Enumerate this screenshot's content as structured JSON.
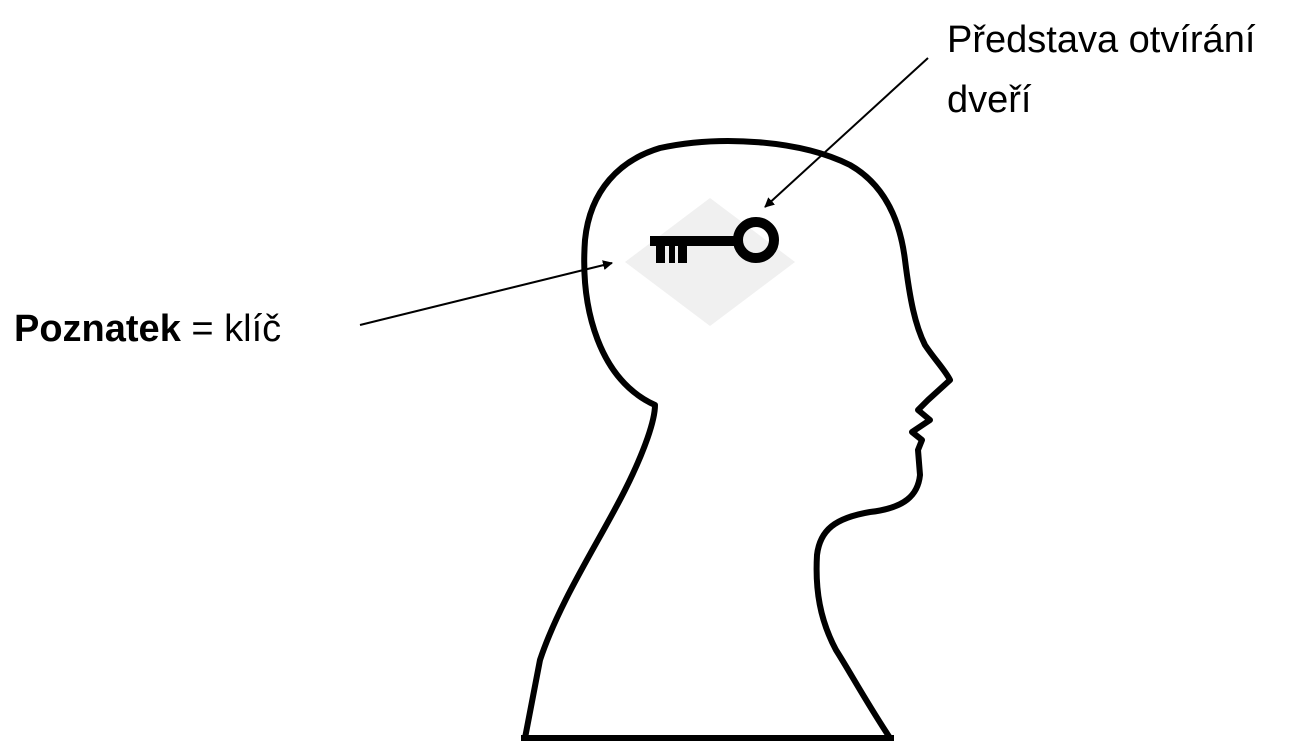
{
  "labels": {
    "concept_bold": "Poznatek",
    "concept_rest": " = klíč",
    "idea_line1": "Představa otvírání",
    "idea_line2": "dveří"
  },
  "colors": {
    "ink": "#000000",
    "background": "#ffffff",
    "key_shadow": "#f0f0f0"
  },
  "icons": [
    "head-silhouette-icon",
    "key-icon"
  ]
}
